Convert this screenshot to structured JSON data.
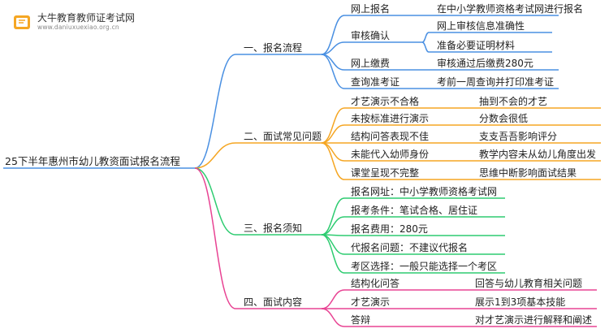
{
  "logo": {
    "title": "大牛教育教师证考试网",
    "subtitle": "www.daniuxuexiao.org.cn"
  },
  "root": "25下半年惠州市幼儿教资面试报名流程",
  "colors": {
    "blue": "#4a90e2",
    "orange": "#f5a623",
    "green": "#2ecc71",
    "pink": "#e84393"
  },
  "branches": [
    {
      "label": "一、报名流程",
      "children": [
        {
          "label": "网上报名",
          "detail": "在中小学教师资格考试网进行报名"
        },
        {
          "label": "审核确认",
          "subs": [
            "网上审核信息准确性",
            "准备必要证明材料"
          ]
        },
        {
          "label": "网上缴费",
          "detail": "审核通过后缴费280元"
        },
        {
          "label": "查询准考证",
          "detail": "考前一周查询并打印准考证"
        }
      ]
    },
    {
      "label": "二、面试常见问题",
      "children": [
        {
          "label": "才艺演示不合格",
          "detail": "抽到不会的才艺"
        },
        {
          "label": "未按标准进行演示",
          "detail": "分数会很低"
        },
        {
          "label": "结构问答表现不佳",
          "detail": "支支吾吾影响评分"
        },
        {
          "label": "未能代入幼师身份",
          "detail": "教学内容未从幼儿角度出发"
        },
        {
          "label": "课堂呈现不完整",
          "detail": "思维中断影响面试结果"
        }
      ]
    },
    {
      "label": "三、报名须知",
      "children": [
        {
          "label": "报名网址：中小学教师资格考试网"
        },
        {
          "label": "报考条件：笔试合格、居住证"
        },
        {
          "label": "报名费用：280元"
        },
        {
          "label": "代报名问题：不建议代报名"
        },
        {
          "label": "考区选择：一般只能选择一个考区"
        }
      ]
    },
    {
      "label": "四、面试内容",
      "children": [
        {
          "label": "结构化问答",
          "detail": "回答与幼儿教育相关问题"
        },
        {
          "label": "才艺演示",
          "detail": "展示1到3项基本技能"
        },
        {
          "label": "答辩",
          "detail": "对才艺演示进行解释和阐述"
        }
      ]
    }
  ]
}
